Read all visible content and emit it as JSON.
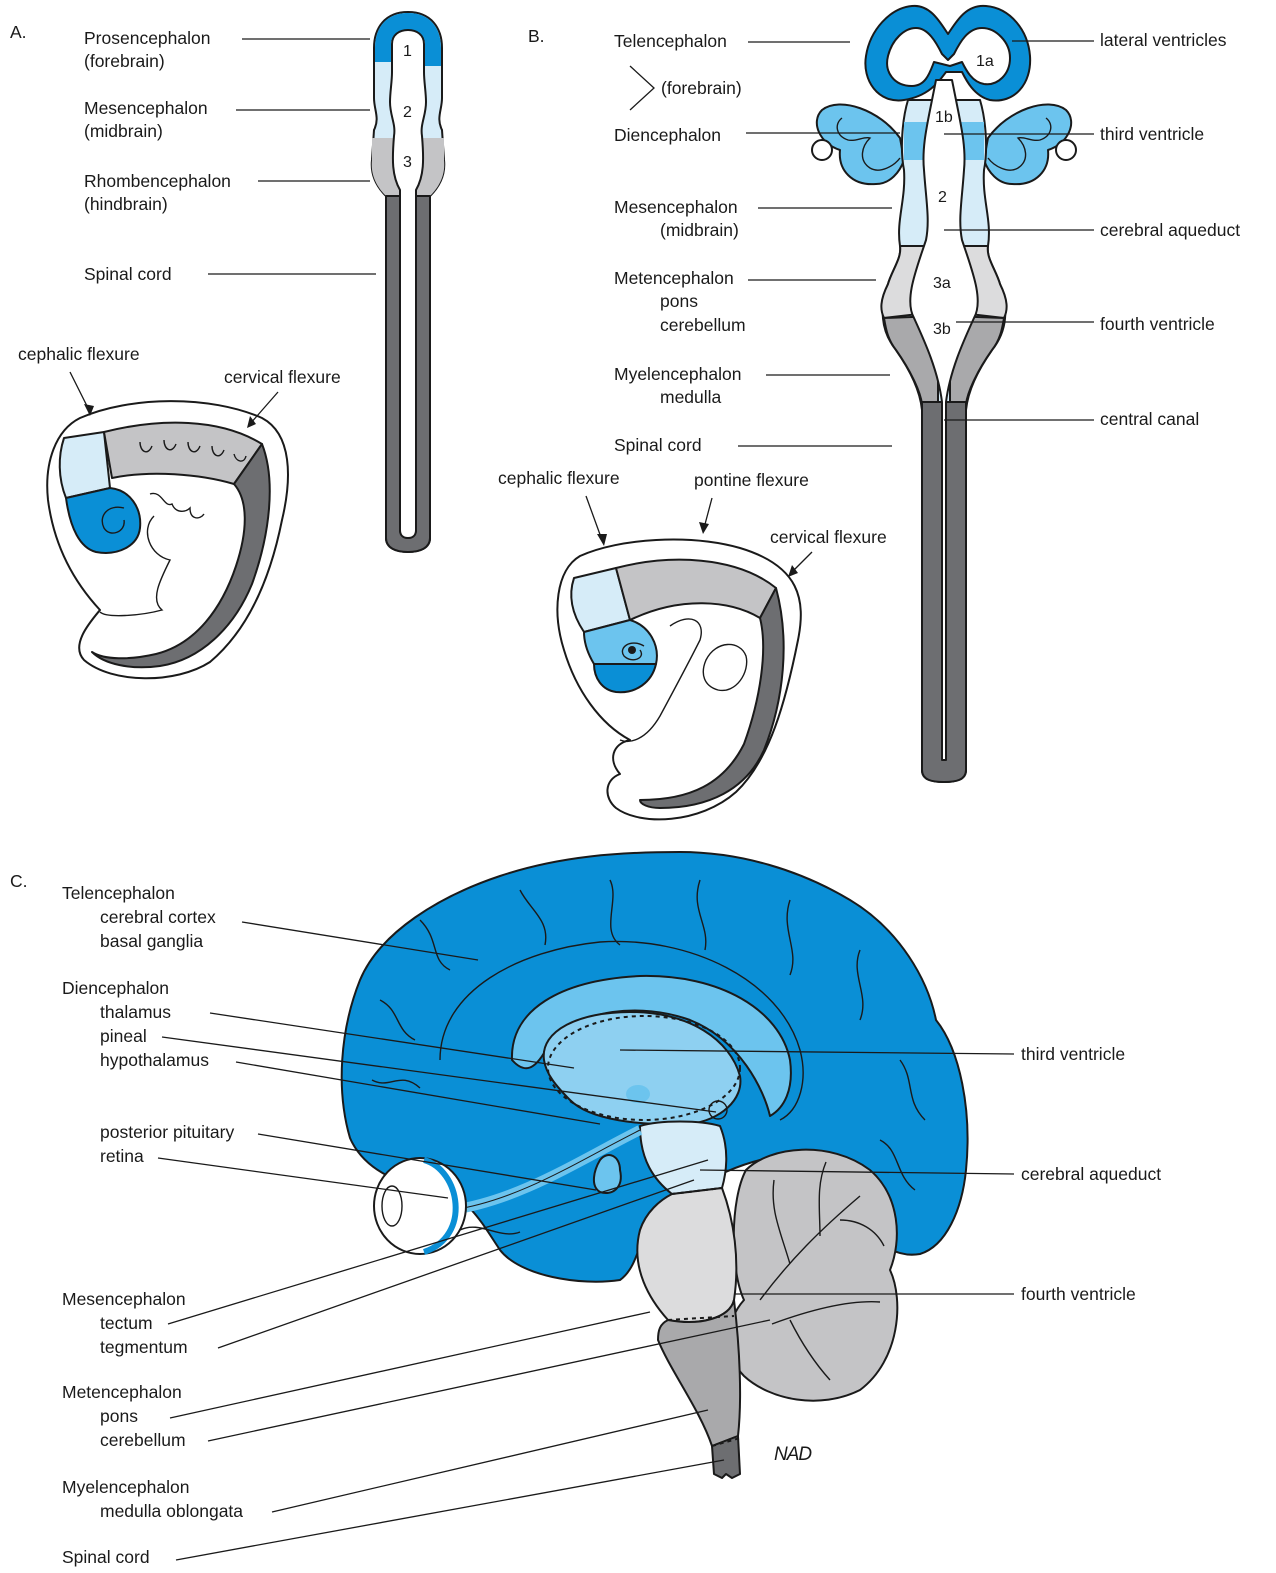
{
  "colors": {
    "forebrain_blue": "#0a8fd6",
    "diencephalon_blue": "#6cc4ee",
    "midbrain_pale": "#d6ecf8",
    "hindbrain_grey": "#c4c4c6",
    "cord_dark_grey": "#6d6e71",
    "light_grey": "#dcdcdd"
  },
  "panel_a": {
    "marker": "A.",
    "labels": {
      "pros": "Prosencephalon",
      "pros_sub": "(forebrain)",
      "mes": "Mesencephalon",
      "mes_sub": "(midbrain)",
      "rhomb": "Rhombencephalon",
      "rhomb_sub": "(hindbrain)",
      "cord": "Spinal cord",
      "cephalic": "cephalic flexure",
      "cervical": "cervical flexure"
    },
    "numbers": [
      "1",
      "2",
      "3"
    ]
  },
  "panel_b": {
    "marker": "B.",
    "labels": {
      "tel": "Telencephalon",
      "fore": "(forebrain)",
      "dien": "Diencephalon",
      "mes": "Mesencephalon",
      "mes_sub": "(midbrain)",
      "met": "Metencephalon",
      "met_pons": "pons",
      "met_cb": "cerebellum",
      "myel": "Myelencephalon",
      "myel_sub": "medulla",
      "cord": "Spinal cord",
      "lat_vent": "lateral ventricles",
      "third_vent": "third ventricle",
      "aqueduct": "cerebral aqueduct",
      "fourth_vent": "fourth ventricle",
      "central": "central canal",
      "cephalic": "cephalic flexure",
      "pontine": "pontine flexure",
      "cervical": "cervical flexure"
    },
    "numbers": {
      "n1a": "1a",
      "n1b": "1b",
      "n2": "2",
      "n3a": "3a",
      "n3b": "3b"
    }
  },
  "panel_c": {
    "marker": "C.",
    "labels": {
      "tel": "Telencephalon",
      "cortex": "cerebral cortex",
      "basal": "basal ganglia",
      "dien": "Diencephalon",
      "thal": "thalamus",
      "pineal": "pineal",
      "hypo": "hypothalamus",
      "postpit": "posterior pituitary",
      "retina": "retina",
      "mes": "Mesencephalon",
      "tectum": "tectum",
      "tegm": "tegmentum",
      "met": "Metencephalon",
      "pons": "pons",
      "cb": "cerebellum",
      "myel": "Myelencephalon",
      "medulla": "medulla oblongata",
      "cord": "Spinal cord",
      "third_vent": "third ventricle",
      "aqueduct": "cerebral aqueduct",
      "fourth_vent": "fourth ventricle"
    },
    "signature": "NAD"
  }
}
